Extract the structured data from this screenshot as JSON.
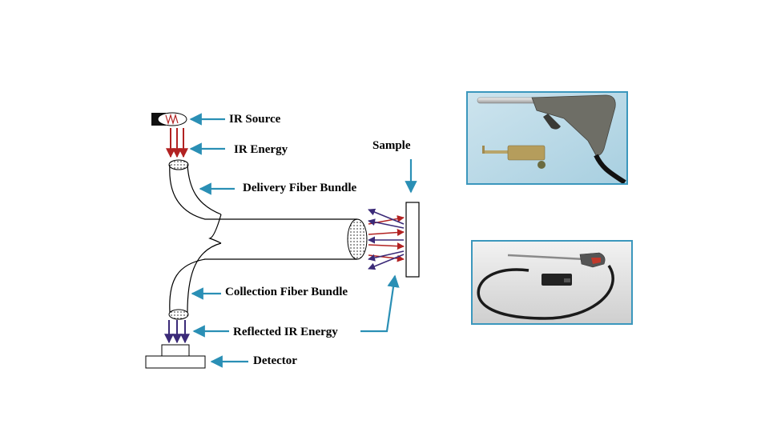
{
  "diagram": {
    "labels": {
      "ir_source": "IR Source",
      "ir_energy": "IR Energy",
      "sample": "Sample",
      "delivery_fiber_bundle": "Delivery Fiber Bundle",
      "collection_fiber_bundle": "Collection Fiber Bundle",
      "reflected_ir_energy": "Reflected IR Energy",
      "detector": "Detector"
    },
    "colors": {
      "pointer_arrow": "#2a8fb5",
      "ir_arrow": "#b22222",
      "reflected_arrow": "#3b2a78",
      "photo_border": "#3b97bd"
    }
  },
  "photos": [
    {
      "name": "probe-handle-photo"
    },
    {
      "name": "probe-cable-photo"
    }
  ]
}
